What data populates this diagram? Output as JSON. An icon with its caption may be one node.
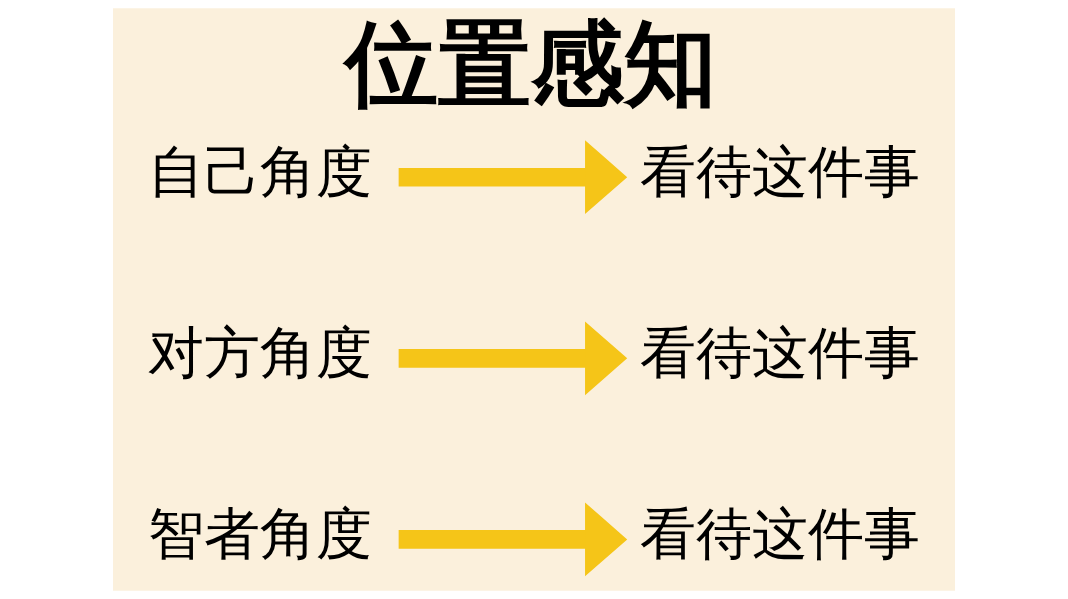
{
  "diagram": {
    "title": "位置感知",
    "nodes": [
      {
        "text": [
          "自己角度"
        ]
      },
      {
        "text": [
          "看待这件事"
        ]
      },
      {
        "text": [
          "对方角度"
        ]
      },
      {
        "text": [
          "看待这件事"
        ]
      },
      {
        "text": [
          "智者角度"
        ]
      },
      {
        "text": [
          "看待这件事"
        ]
      }
    ],
    "edges": [
      {
        "from": 0,
        "to": 1,
        "arrow": "to"
      },
      {
        "from": 2,
        "to": 3,
        "arrow": "to"
      },
      {
        "from": 4,
        "to": 5,
        "arrow": "to"
      }
    ]
  }
}
